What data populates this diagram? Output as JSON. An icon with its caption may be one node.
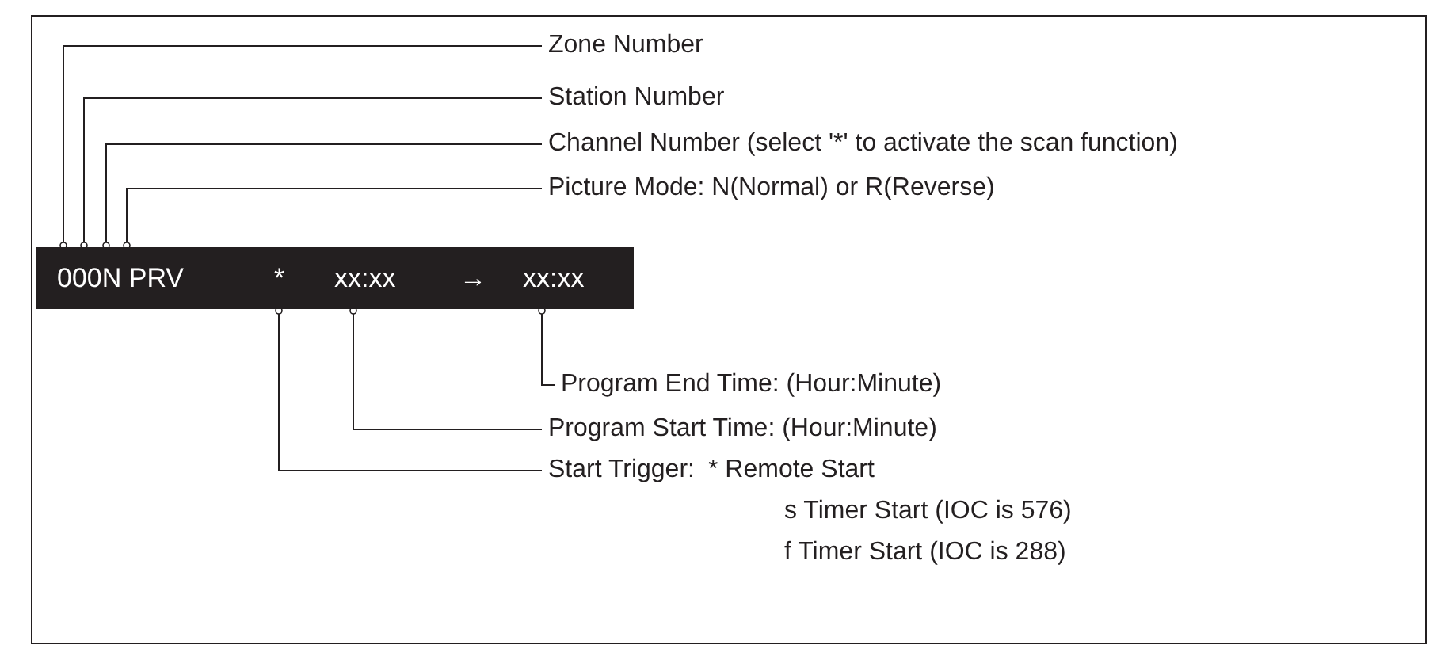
{
  "diagram": {
    "nodes": [
      {
        "text": [
          "Zone Number"
        ]
      },
      {
        "text": [
          "Station Number"
        ]
      },
      {
        "text": [
          "Channel Number (select '*' to activate the scan function)"
        ]
      },
      {
        "text": [
          "Picture Mode: N(Normal) or R(Reverse)"
        ]
      },
      {
        "text": [
          "000N PRV",
          "*",
          "xx:xx",
          "→",
          "xx:xx"
        ]
      },
      {
        "text": [
          "Program End Time: (Hour:Minute)"
        ]
      },
      {
        "text": [
          "Program Start Time: (Hour:Minute)"
        ]
      },
      {
        "text": [
          "Start Trigger:",
          "* Remote Start",
          "s Timer Start (IOC is 576)",
          "f Timer Start (IOC is 288)"
        ]
      }
    ],
    "edges": [
      {
        "from": 0,
        "to": 4,
        "arrow": "other"
      },
      {
        "from": 1,
        "to": 4,
        "arrow": "other"
      },
      {
        "from": 2,
        "to": 4,
        "arrow": "other"
      },
      {
        "from": 3,
        "to": 4,
        "arrow": "other"
      },
      {
        "from": 5,
        "to": 4,
        "arrow": "other"
      },
      {
        "from": 6,
        "to": 4,
        "arrow": "other"
      },
      {
        "from": 7,
        "to": 4,
        "arrow": "other"
      }
    ]
  }
}
